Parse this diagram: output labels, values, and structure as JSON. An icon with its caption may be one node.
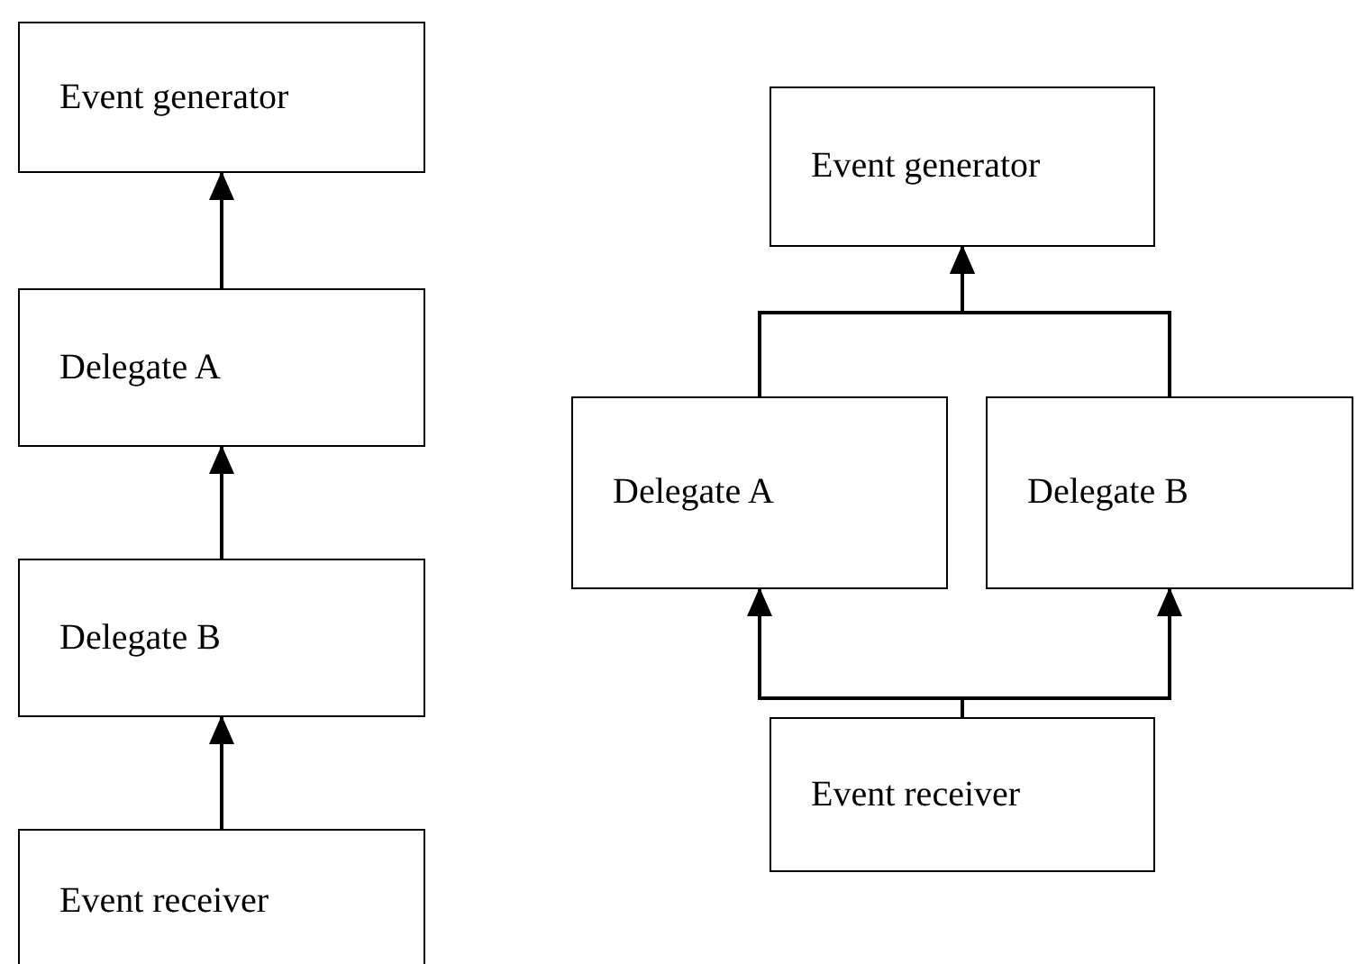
{
  "diagram": {
    "nodes": [
      {
        "text": [
          "Event generator"
        ]
      },
      {
        "text": [
          "Delegate A"
        ]
      },
      {
        "text": [
          "Delegate B"
        ]
      },
      {
        "text": [
          "Event receiver"
        ]
      },
      {
        "text": [
          "Event generator"
        ]
      },
      {
        "text": [
          "Delegate A"
        ]
      },
      {
        "text": [
          "Delegate B"
        ]
      },
      {
        "text": [
          "Event receiver"
        ]
      }
    ],
    "edges": [
      {
        "from": 1,
        "to": 0,
        "arrow": "to"
      },
      {
        "from": 2,
        "to": 1,
        "arrow": "to"
      },
      {
        "from": 3,
        "to": 2,
        "arrow": "to"
      },
      {
        "from": 5,
        "to": 4,
        "arrow": "to"
      },
      {
        "from": 6,
        "to": 4,
        "arrow": "to"
      },
      {
        "from": 7,
        "to": 5,
        "arrow": "to"
      },
      {
        "from": 7,
        "to": 6,
        "arrow": "to"
      }
    ]
  }
}
